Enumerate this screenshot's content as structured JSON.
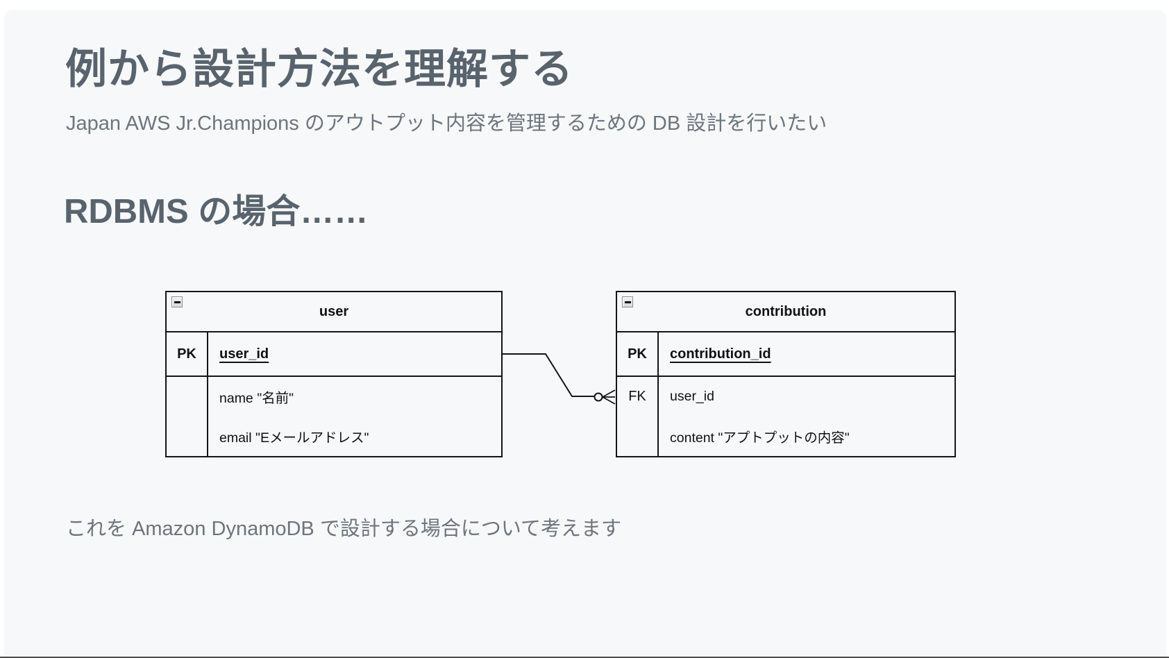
{
  "slide": {
    "title": "例から設計方法を理解する",
    "subtitle": "Japan AWS Jr.Champions のアウトプット内容を管理するための DB 設計を行いたい",
    "section_heading": "RDBMS の場合……",
    "footer_note": "これを Amazon DynamoDB で設計する場合について考えます"
  },
  "diagram": {
    "type": "er-diagram",
    "relationship": {
      "from_table": "user",
      "from_field": "user_id",
      "to_table": "contribution",
      "to_field": "user_id",
      "cardinality": "one to zero-or-many",
      "symbol": "ring-and-crow-foot"
    },
    "tables": [
      {
        "name": "user",
        "pk": {
          "label": "PK",
          "field": "user_id"
        },
        "attributes": [
          {
            "key": "",
            "text": "name \"名前\""
          },
          {
            "key": "",
            "text": "email \"Eメールアドレス\""
          }
        ]
      },
      {
        "name": "contribution",
        "pk": {
          "label": "PK",
          "field": "contribution_id"
        },
        "attributes": [
          {
            "key": "FK",
            "text": "user_id"
          },
          {
            "key": "",
            "text": "content \"アプトプットの内容\""
          }
        ]
      }
    ]
  },
  "colors": {
    "page_background": "#ffffff",
    "slide_background": "#f7f8f9",
    "heading_text": "#59636e",
    "body_text": "#6c757e",
    "diagram_line": "#141414",
    "diagram_text": "#111111",
    "bottom_edge": "#4d4d4d"
  }
}
